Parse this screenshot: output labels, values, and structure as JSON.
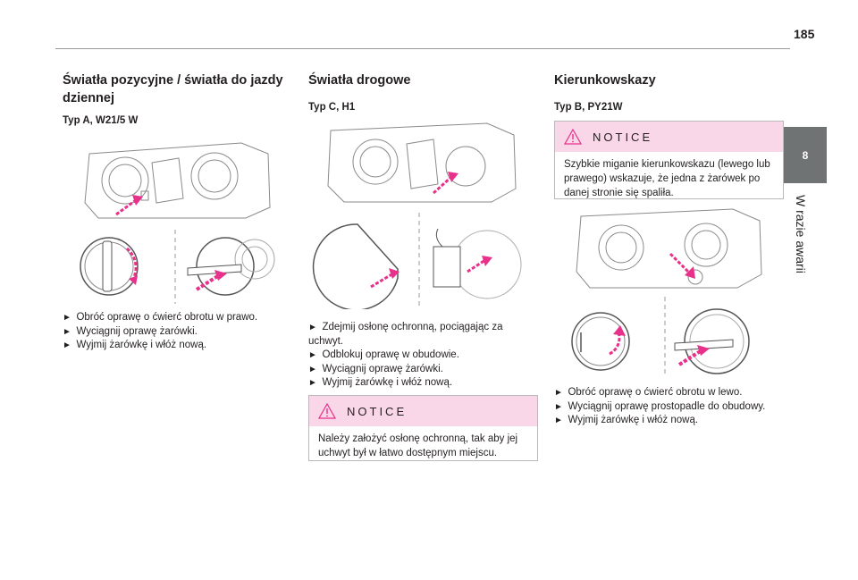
{
  "page": {
    "number": "185",
    "chapter_number": "8",
    "chapter_title": "W razie awarii"
  },
  "columns": [
    {
      "heading": "Światła pozycyjne / światła do jazdy dziennej",
      "subheading": "Typ A, W21/5 W",
      "steps": [
        "Obróć oprawę o ćwierć obrotu w prawo.",
        "Wyciągnij oprawę żarówki.",
        "Wyjmij żarówkę i włóż nową."
      ]
    },
    {
      "heading": "Światła drogowe",
      "subheading": "Typ C, H1",
      "steps": [
        "Zdejmij osłonę ochronną, pociągając za uchwyt.",
        "Odblokuj oprawę w obudowie.",
        "Wyciągnij oprawę żarówki.",
        "Wyjmij żarówkę i włóż nową."
      ],
      "notice": {
        "title": "NOTICE",
        "text": "Należy założyć osłonę ochronną, tak aby jej uchwyt był w łatwo dostępnym miejscu."
      }
    },
    {
      "heading": "Kierunkowskazy",
      "subheading": "Typ B, PY21W",
      "notice": {
        "title": "NOTICE",
        "text": "Szybkie miganie kierunkowskazu (lewego lub prawego) wskazuje, że jedna z żarówek po danej stronie się spaliła."
      },
      "steps": [
        "Obróć oprawę o ćwierć obrotu w lewo.",
        "Wyciągnij oprawę prostopadle do obudowy.",
        "Wyjmij żarówkę i włóż nową."
      ]
    }
  ],
  "colors": {
    "accent_arrow": "#e8318a",
    "notice_header": "#f9d6e8",
    "chapter_tab": "#6f7374"
  },
  "icons": [
    "warning-triangle-icon",
    "step-arrow-icon"
  ]
}
